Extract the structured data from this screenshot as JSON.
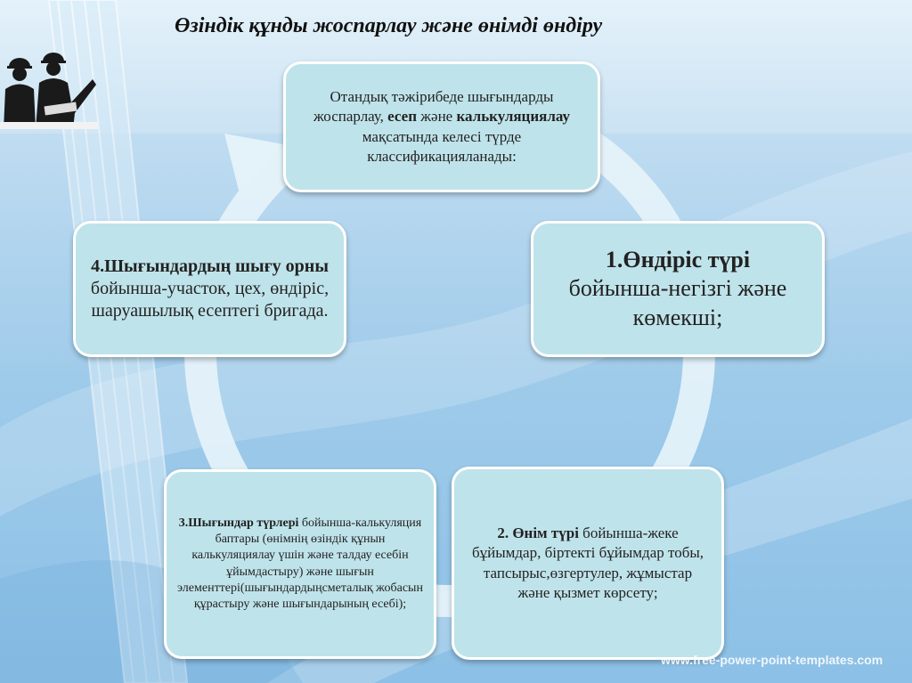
{
  "title": "Өзіндік құнды жоспарлау және өнімді өндіру",
  "boxes": {
    "top": {
      "text_1": "Отандық тәжірибеде шығындарды жоспарлау, ",
      "bold_1": "есеп",
      "text_2": " және ",
      "bold_2": "калькуляциялау",
      "text_3": " мақсатында келесі түрде классификацияланады:"
    },
    "right": {
      "bold": "1.Өндіріс түрі",
      "text": "бойынша-негізгі және көмекші;"
    },
    "left": {
      "bold": "4.Шығындардың шығу орны",
      "text": " бойынша-участок, цех, өндіріс, шаруашылық есептегі бригада."
    },
    "bottom_left": {
      "bold": "3.Шығындар түрлері",
      "text": " бойынша-калькуляция баптары (өнімнің өзіндік құнын калькуляциялау үшін және талдау есебін ұйымдастыру) және шығын элементтері(шығындардыңсметалық жобасын құрастыру және шығындарының есебі);"
    },
    "bottom_right": {
      "bold": "2. Өнім түрі",
      "text": " бойынша-жеке бұйымдар, біртекті бұйымдар тобы, тапсырыс,өзгертулер, жұмыстар және қызмет көрсету;"
    }
  },
  "watermark": "www.free-power-point-templates.com",
  "icons": {
    "workers": "construction-workers-icon",
    "arrow": "cycle-arrow-icon"
  },
  "colors": {
    "box_fill": "#bfe3ea",
    "box_border": "#ffffff",
    "ring": "#e6f3fa"
  }
}
